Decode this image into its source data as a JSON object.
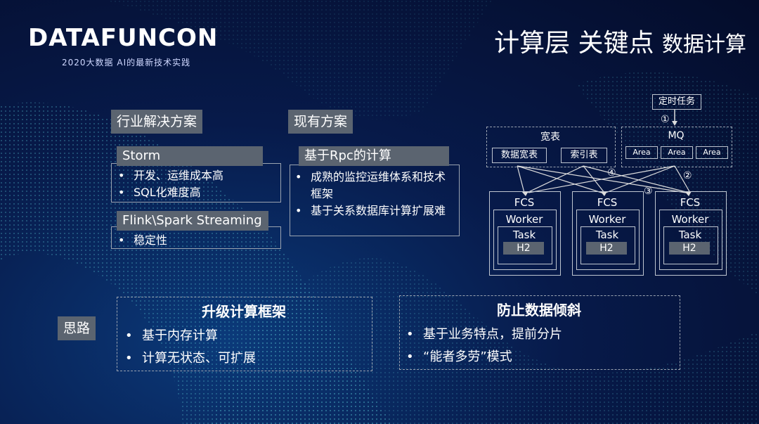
{
  "logo": {
    "text": "DATAFUNCON",
    "subtitle": "2020大数据 AI的最新技术实践"
  },
  "title": {
    "main": "计算层 关键点",
    "sub": "数据计算"
  },
  "industry": {
    "label": "行业解决方案",
    "storm": {
      "label": "Storm",
      "bullets": [
        "开发、运维成本高",
        "SQL化难度高"
      ]
    },
    "flink": {
      "label": "Flink\\Spark Streaming",
      "bullets": [
        "稳定性"
      ]
    }
  },
  "existing": {
    "label": "现有方案",
    "rpc": {
      "label": "基于Rpc的计算",
      "bullets": [
        "成熟的监控运维体系和技术框架",
        "基于关系数据库计算扩展难"
      ]
    }
  },
  "diagram": {
    "timer": "定时任务",
    "mq": "MQ",
    "areas": [
      "Area",
      "Area",
      "Area"
    ],
    "wide_table": "宽表",
    "data_wide": "数据宽表",
    "index_table": "索引表",
    "circles": [
      "①",
      "②",
      "③",
      "④"
    ],
    "fcs": [
      {
        "title": "FCS",
        "worker": "Worker",
        "task": "Task",
        "h2": "H2"
      },
      {
        "title": "FCS",
        "worker": "Worker",
        "task": "Task",
        "h2": "H2"
      },
      {
        "title": "FCS",
        "worker": "Worker",
        "task": "Task",
        "h2": "H2"
      }
    ]
  },
  "idea": {
    "label": "思路",
    "upgrade": {
      "heading": "升级计算框架",
      "bullets": [
        "基于内存计算",
        "计算无状态、可扩展"
      ]
    },
    "skew": {
      "heading": "防止数据倾斜",
      "bullets": [
        "基于业务特点，提前分片",
        "“能者多劳”模式"
      ]
    }
  },
  "bullet_char": "•"
}
